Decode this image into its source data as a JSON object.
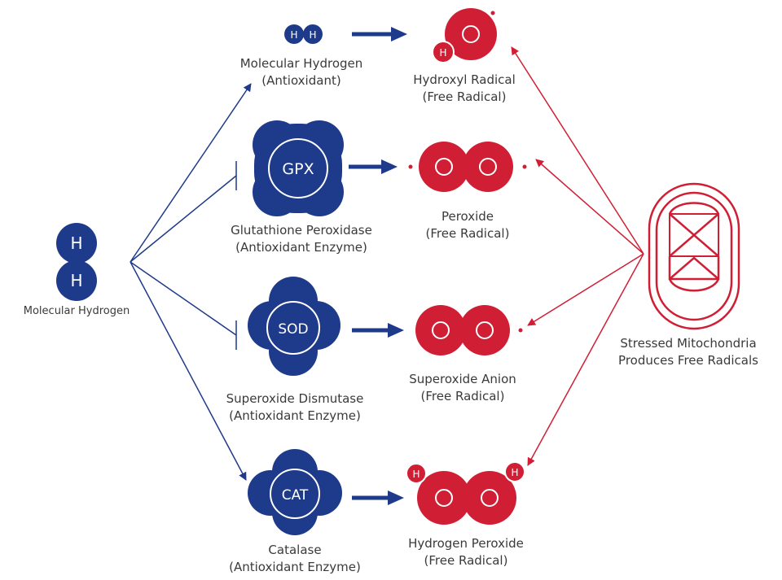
{
  "colors": {
    "blue": "#1e3a8a",
    "red": "#d01f34",
    "text": "#3a3a3a"
  },
  "source": {
    "atoms": [
      "H",
      "H"
    ],
    "label": "Molecular Hydrogen"
  },
  "antioxidants": [
    {
      "id": "h2",
      "atoms": [
        "H",
        "H"
      ],
      "label_line1": "Molecular Hydrogen",
      "label_line2": "(Antioxidant)"
    },
    {
      "id": "gpx",
      "symbol": "GPX",
      "label_line1": "Glutathione Peroxidase",
      "label_line2": "(Antioxidant Enzyme)"
    },
    {
      "id": "sod",
      "symbol": "SOD",
      "label_line1": "Superoxide Dismutase",
      "label_line2": "(Antioxidant Enzyme)"
    },
    {
      "id": "cat",
      "symbol": "CAT",
      "label_line1": "Catalase",
      "label_line2": "(Antioxidant Enzyme)"
    }
  ],
  "radicals": [
    {
      "id": "hydroxyl",
      "atoms": [
        "O",
        "H"
      ],
      "label_line1": "Hydroxyl Radical",
      "label_line2": "(Free Radical)"
    },
    {
      "id": "peroxide",
      "atoms": [
        "O",
        "O"
      ],
      "label_line1": "Peroxide",
      "label_line2": "(Free Radical)"
    },
    {
      "id": "superoxide",
      "atoms": [
        "O",
        "O"
      ],
      "label_line1": "Superoxide Anion",
      "label_line2": "(Free Radical)"
    },
    {
      "id": "h2o2",
      "atoms": [
        "O",
        "O",
        "H",
        "H"
      ],
      "label_line1": "Hydrogen Peroxide",
      "label_line2": "(Free Radical)"
    }
  ],
  "mitochondria": {
    "label_line1": "Stressed Mitochondria",
    "label_line2": "Produces Free Radicals"
  }
}
